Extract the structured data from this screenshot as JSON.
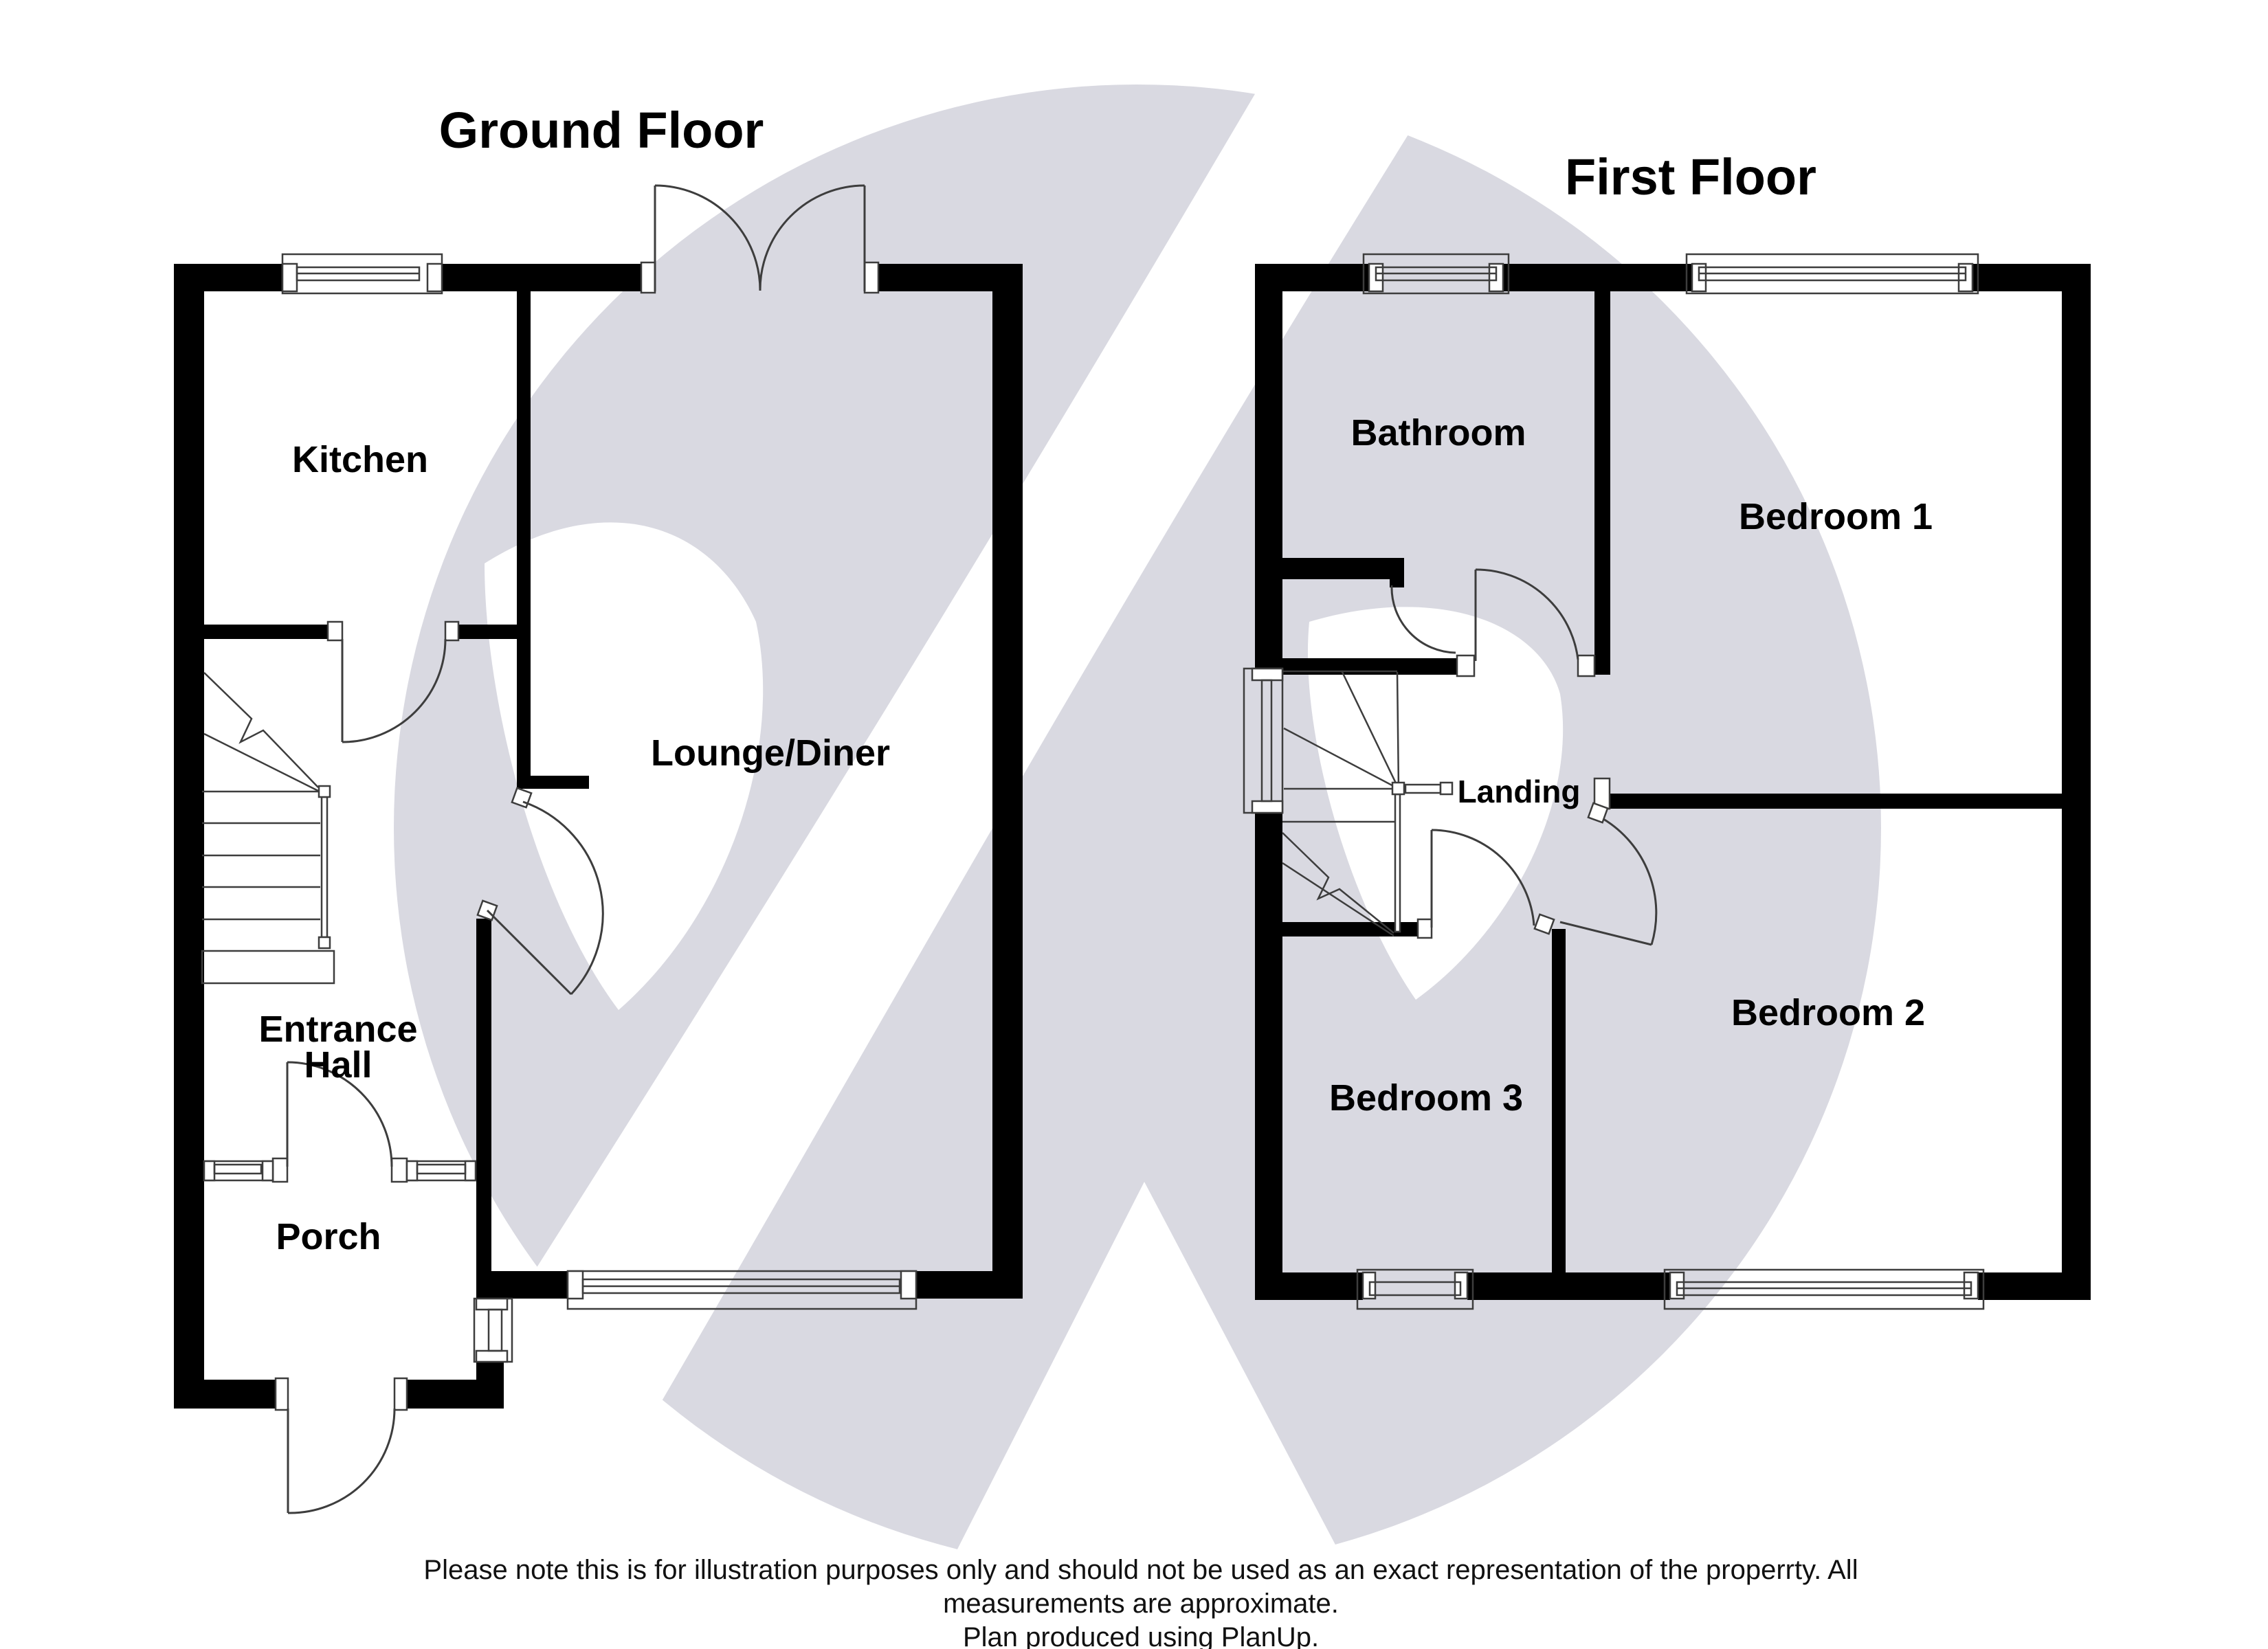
{
  "titles": {
    "ground": "Ground Floor",
    "first": "First Floor"
  },
  "ground_rooms": {
    "kitchen": "Kitchen",
    "lounge": "Lounge/Diner",
    "hall_line1": "Entrance",
    "hall_line2": "Hall",
    "porch": "Porch"
  },
  "first_rooms": {
    "bathroom": "Bathroom",
    "bedroom1": "Bedroom 1",
    "landing": "Landing",
    "bedroom2": "Bedroom 2",
    "bedroom3": "Bedroom 3"
  },
  "disclaimer": {
    "line1": "Please note this is for illustration purposes only and should not be used as an exact representation of the properrty. All",
    "line2": "measurements are approximate.",
    "line3": "Plan produced using PlanUp."
  },
  "colors": {
    "wall": "#000000",
    "thin_line": "#3d3d3d",
    "watermark": "#d9d9e1",
    "background": "#ffffff"
  }
}
